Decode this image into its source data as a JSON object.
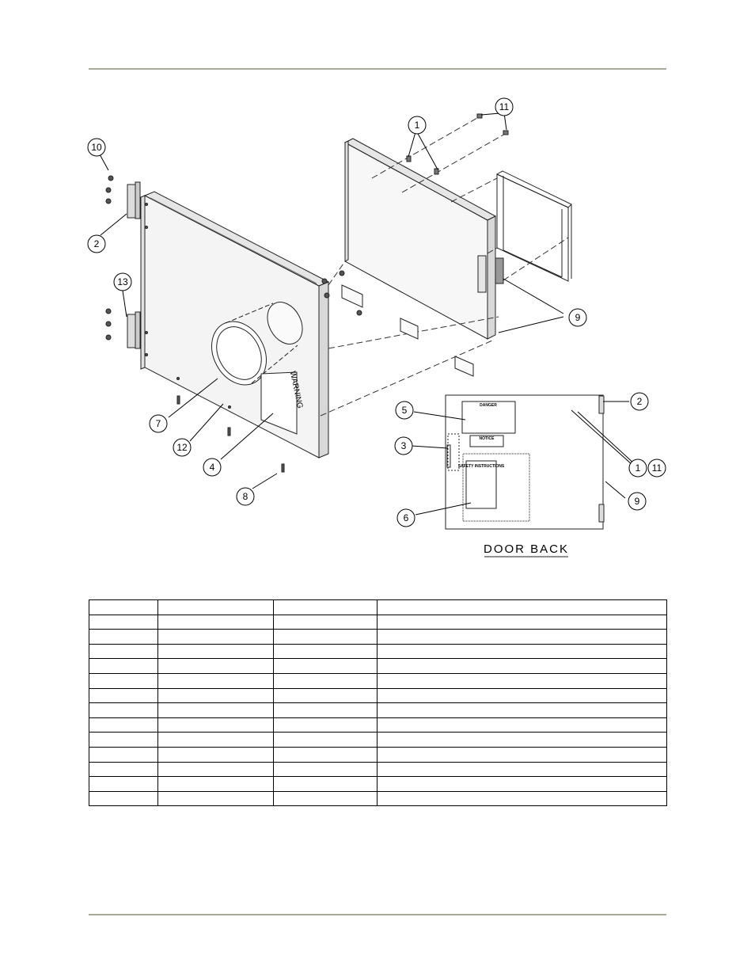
{
  "diagram": {
    "callouts": [
      "10",
      "2",
      "13",
      "7",
      "12",
      "4",
      "8",
      "1",
      "11",
      "9",
      "5",
      "3",
      "6",
      "2",
      "1",
      "11",
      "9"
    ],
    "labels": {
      "warning": "WARNING",
      "danger": "DANGER",
      "notice": "NOTICE",
      "safety": "SAFETY INSTRUCTIONS",
      "view_title": "DOOR BACK"
    }
  },
  "parts_table": {
    "columns": 4,
    "rows": [
      [
        "",
        "",
        "",
        ""
      ],
      [
        "",
        "",
        "",
        ""
      ],
      [
        "",
        "",
        "",
        ""
      ],
      [
        "",
        "",
        "",
        ""
      ],
      [
        "",
        "",
        "",
        ""
      ],
      [
        "",
        "",
        "",
        ""
      ],
      [
        "",
        "",
        "",
        ""
      ],
      [
        "",
        "",
        "",
        ""
      ],
      [
        "",
        "",
        "",
        ""
      ],
      [
        "",
        "",
        "",
        ""
      ],
      [
        "",
        "",
        "",
        ""
      ],
      [
        "",
        "",
        "",
        ""
      ],
      [
        "",
        "",
        "",
        ""
      ],
      [
        "",
        "",
        "",
        ""
      ]
    ]
  }
}
